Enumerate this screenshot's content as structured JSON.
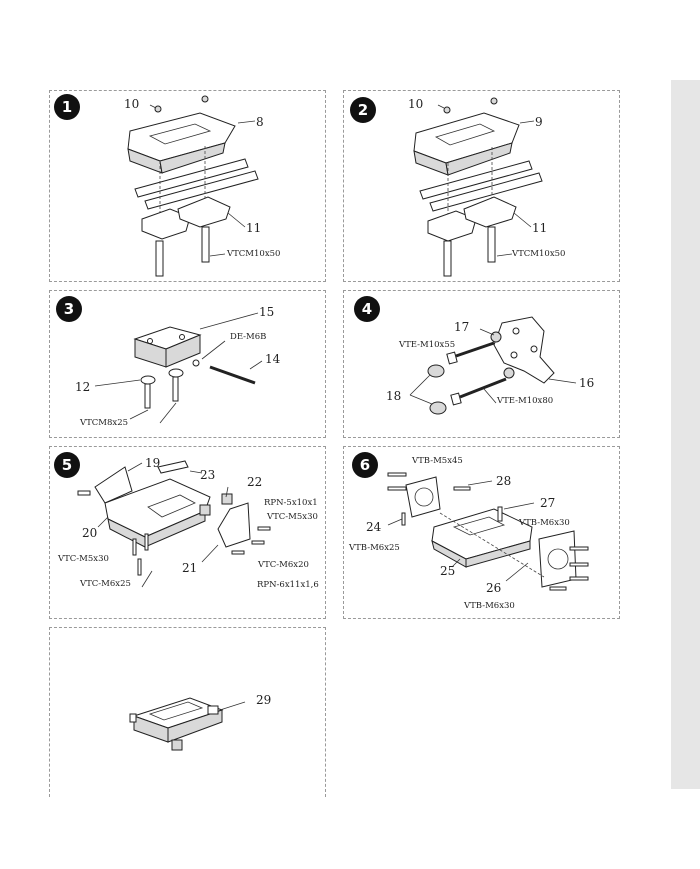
{
  "panels": [
    {
      "number": "1",
      "callouts": [
        "10",
        "8",
        "11"
      ],
      "part_labels": [
        "VTCM10x50"
      ]
    },
    {
      "number": "2",
      "callouts": [
        "10",
        "9",
        "11"
      ],
      "part_labels": [
        "VTCM10x50"
      ]
    },
    {
      "number": "3",
      "callouts": [
        "15",
        "14",
        "12"
      ],
      "part_labels": [
        "DE-M6B",
        "VTCM8x25"
      ]
    },
    {
      "number": "4",
      "callouts": [
        "17",
        "16",
        "18"
      ],
      "part_labels": [
        "VTE-M10x55",
        "VTE-M10x80"
      ]
    },
    {
      "number": "5",
      "callouts": [
        "19",
        "23",
        "22",
        "20",
        "21"
      ],
      "part_labels": [
        "RPN-5x10x1",
        "VTC-M5x30",
        "VTC-M5x30",
        "VTC-M6x20",
        "VTC-M6x25",
        "RPN-6x11x1,6"
      ]
    },
    {
      "number": "6",
      "callouts": [
        "28",
        "27",
        "24",
        "25",
        "26"
      ],
      "part_labels": [
        "VTB-M5x45",
        "VTB-M6x30",
        "VTB-M6x25",
        "VTB-M6x30"
      ]
    },
    {
      "callouts": [
        "29"
      ]
    }
  ],
  "colors": {
    "badge": "#111111",
    "border": "#9a9a9a",
    "sidebar": "#e6e6e6"
  }
}
